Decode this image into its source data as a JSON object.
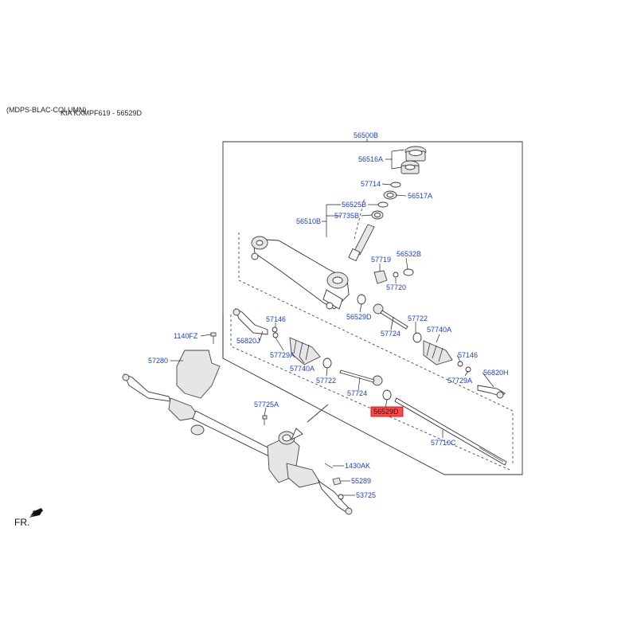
{
  "header": {
    "model_text": "(MDPS-BLAC-COLUMN)",
    "part_ref_text": "KIA KXMPF619 - 56529D"
  },
  "colors": {
    "callout": "#1a3fd0",
    "highlight": "#ff4a4a"
  },
  "highlighted_callout": "56529D",
  "callouts": {
    "c56500B": "56500B",
    "c56516A": "56516A",
    "c57714": "57714",
    "c56517A": "56517A",
    "c56525B": "56525B",
    "c57735B": "57735B",
    "c56510B": "56510B",
    "c57719": "57719",
    "c56532B": "56532B",
    "c57720": "57720",
    "c56529D_upper": "56529D",
    "c57722_right": "57722",
    "c57724_right": "57724",
    "c57740A_right": "57740A",
    "c57146_right": "57146",
    "c56820H": "56820H",
    "c57729A_right": "57729A",
    "c57146_left": "57146",
    "c56820J": "56820J",
    "c1140FZ": "1140FZ",
    "c57729A_left": "57729A",
    "c57280": "57280",
    "c57740A_left": "57740A",
    "c57722_left": "57722",
    "c57724_left": "57724",
    "c56529D_highlight": "56529D",
    "c57725A": "57725A",
    "c57710C": "57710C",
    "c1430AK": "1430AK",
    "c55289": "55289",
    "c53725": "53725"
  },
  "direction_label": "FR."
}
